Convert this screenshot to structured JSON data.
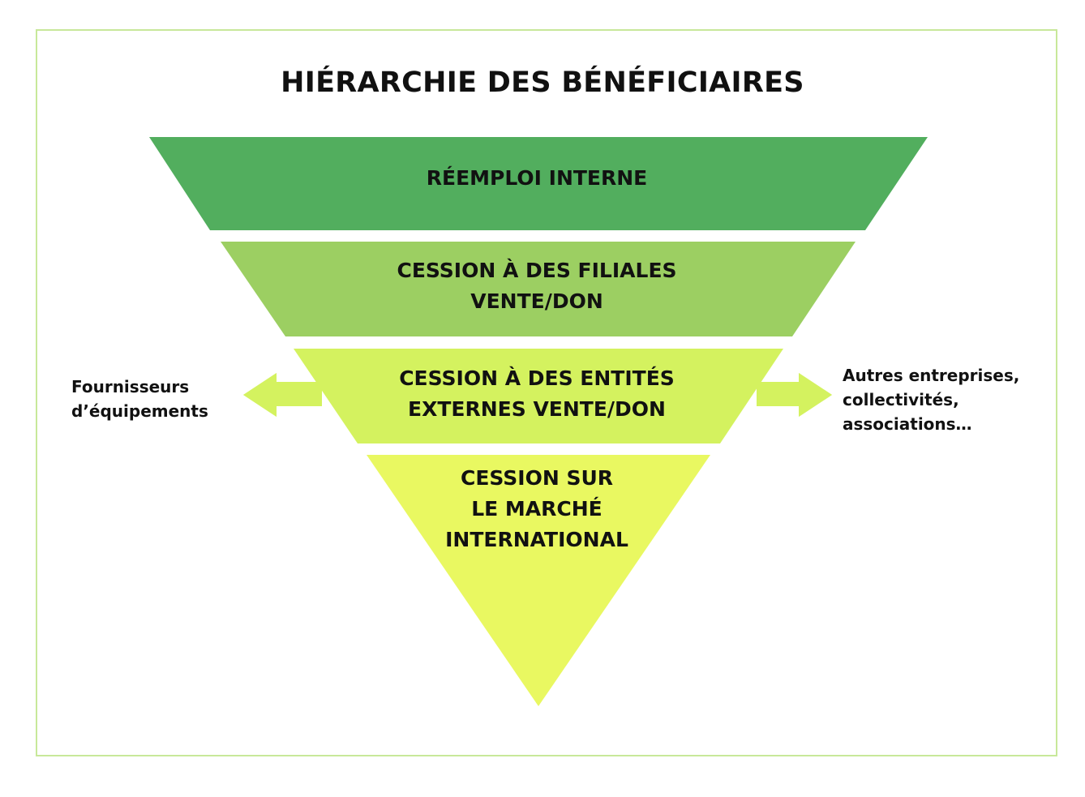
{
  "title": "HIÉRARCHIE DES BÉNÉFICIAIRES",
  "levels": [
    {
      "lines": [
        "RÉEMPLOI INTERNE"
      ],
      "color": "#52ae5e"
    },
    {
      "lines": [
        "CESSION À DES FILIALES",
        "VENTE/DON"
      ],
      "color": "#9ccf62"
    },
    {
      "lines": [
        "CESSION À DES ENTITÉS",
        "EXTERNES VENTE/DON"
      ],
      "color": "#d4f25f"
    },
    {
      "lines": [
        "CESSION SUR",
        "LE MARCHÉ",
        "INTERNATIONAL"
      ],
      "color": "#e9f861"
    }
  ],
  "left_note": {
    "lines": [
      "Fournisseurs",
      "d’équipements"
    ]
  },
  "right_note": {
    "lines": [
      "Autres entreprises,",
      "collectivités,",
      "associations…"
    ]
  },
  "arrow_color": "#d4f25f",
  "frame_color": "#c8e89a"
}
